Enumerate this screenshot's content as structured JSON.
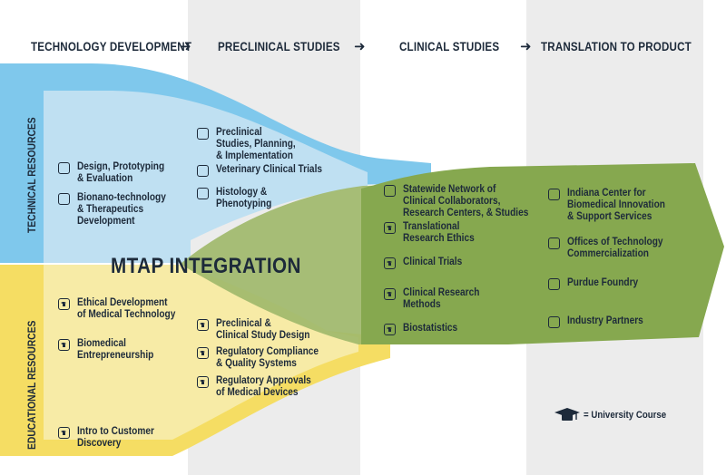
{
  "headers": {
    "technology_development": "TECHNOLOGY DEVELOPMENT",
    "preclinical_studies": "PRECLINICAL STUDIES",
    "clinical_studies": "CLINICAL STUDIES",
    "translation_to_product": "TRANSLATION TO PRODUCT",
    "arrow": "➜"
  },
  "side_labels": {
    "technical": "TECHNICAL RESOURCES",
    "educational": "EDUCATIONAL RESOURCES"
  },
  "center_title": "MTAP INTEGRATION",
  "items": [
    {
      "label": "Design, Prototyping\n& Evaluation",
      "course": false
    },
    {
      "label": "Bionano-technology\n& Therapeutics\nDevelopment",
      "course": false
    },
    {
      "label": "Preclinical\nStudies, Planning,\n& Implementation",
      "course": false
    },
    {
      "label": "Veterinary Clinical Trials",
      "course": false
    },
    {
      "label": "Histology &\nPhenotyping",
      "course": false
    },
    {
      "label": "Statewide Network of\nClinical Collaborators,\nResearch Centers, & Studies",
      "course": false
    },
    {
      "label": "Translational\nResearch Ethics",
      "course": true
    },
    {
      "label": "Clinical Trials",
      "course": true
    },
    {
      "label": "Clinical Research\nMethods",
      "course": true
    },
    {
      "label": "Biostatistics",
      "course": true
    },
    {
      "label": "Indiana Center for\nBiomedical Innovation\n& Support Services",
      "course": false
    },
    {
      "label": "Offices of Technology\nCommercialization",
      "course": false
    },
    {
      "label": "Purdue Foundry",
      "course": false
    },
    {
      "label": "Industry Partners",
      "course": false
    },
    {
      "label": "Ethical Development\nof Medical Technology",
      "course": true
    },
    {
      "label": "Biomedical\nEntrepreneurship",
      "course": true
    },
    {
      "label": "Intro to Customer\nDiscovery",
      "course": true
    },
    {
      "label": "Preclinical &\nClinical Study Design",
      "course": true
    },
    {
      "label": "Regulatory Compliance\n& Quality Systems",
      "course": true
    },
    {
      "label": "Regulatory Approvals\nof Medical Devices",
      "course": true
    }
  ],
  "legend": {
    "text": "= University Course",
    "icon": "mortarboard-icon"
  },
  "colors": {
    "technical_blue": "#7fc8ec",
    "technical_blue_light": "#bfe0f2",
    "educational_yellow": "#f5dd63",
    "educational_yellow_light": "#f7eba6",
    "integration_green": "#9fb86b",
    "product_green": "#86a84f",
    "text_navy": "#1d2a3a",
    "column_band": "#ececec"
  }
}
